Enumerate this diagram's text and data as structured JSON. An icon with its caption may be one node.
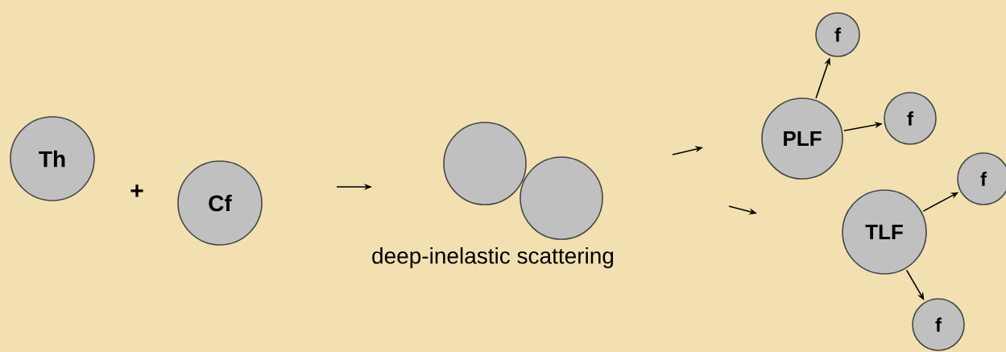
{
  "diagram": {
    "nodes": [
      {
        "text": [
          "Th"
        ]
      },
      {
        "text": [
          "Cf"
        ]
      },
      {
        "text": [],
        "shape": "circle"
      },
      {
        "text": [],
        "shape": "circle"
      },
      {
        "text": [
          "PLF"
        ]
      },
      {
        "text": [
          "f"
        ]
      },
      {
        "text": [
          "f"
        ]
      },
      {
        "text": [
          "TLF"
        ]
      },
      {
        "text": [
          "f"
        ]
      },
      {
        "text": [
          "f"
        ]
      }
    ],
    "edges": [
      {
        "from": 4,
        "to": 5,
        "arrow": "to"
      },
      {
        "from": 4,
        "to": 6,
        "arrow": "to"
      },
      {
        "from": 7,
        "to": 8,
        "arrow": "to"
      },
      {
        "from": 7,
        "to": 9,
        "arrow": "to"
      }
    ],
    "labels": [
      "+",
      "deep-inelastic scattering"
    ]
  }
}
